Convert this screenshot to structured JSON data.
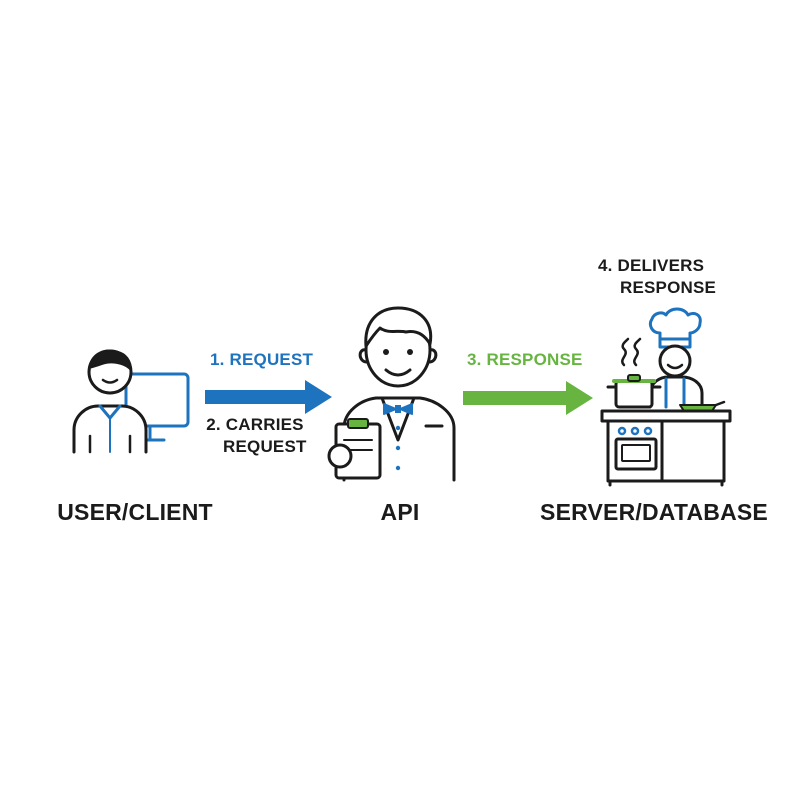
{
  "nodes": {
    "client": {
      "label": "USER/CLIENT"
    },
    "api": {
      "label": "API"
    },
    "server": {
      "label": "SERVER/DATABASE"
    }
  },
  "steps": {
    "request": {
      "label": "1. REQUEST"
    },
    "carries_line1": "2. CARRIES",
    "carries_line2": "REQUEST",
    "response": {
      "label": "3. RESPONSE"
    },
    "delivers_line1": "4. DELIVERS",
    "delivers_line2": "RESPONSE"
  },
  "colors": {
    "request_arrow": "#1e73be",
    "response_arrow": "#67b540",
    "outline": "#1b1b1b"
  },
  "icons": {
    "client": "user-at-computer-icon",
    "api": "waiter-with-clipboard-icon",
    "server": "chef-at-stove-icon"
  }
}
